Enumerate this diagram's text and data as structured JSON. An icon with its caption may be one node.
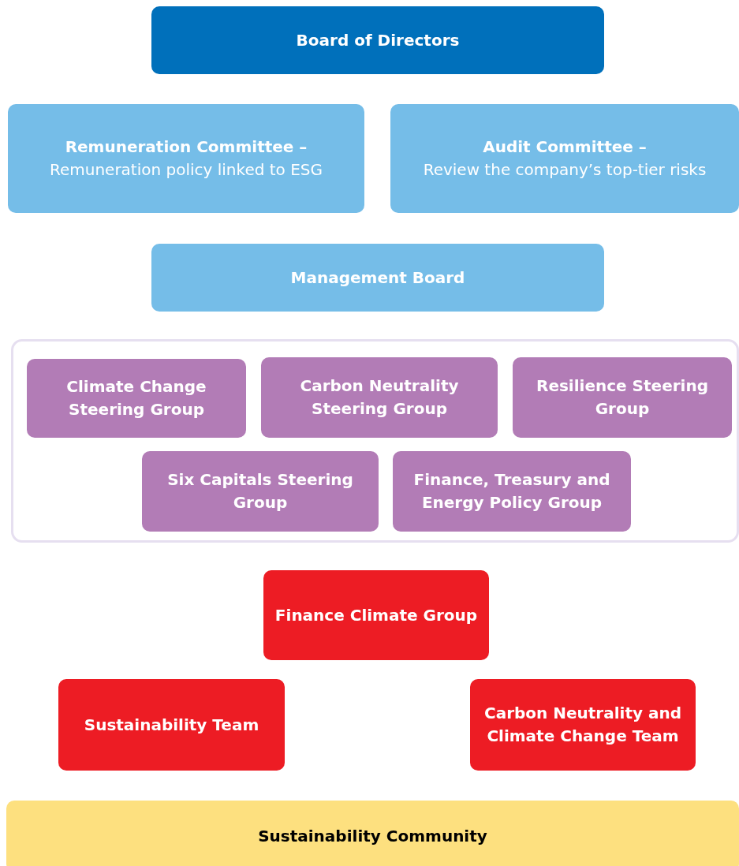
{
  "diagram": {
    "nodes": [
      {
        "text": [
          "Board of Directors"
        ]
      },
      {
        "text": [
          "Remuneration Committee –",
          "Remuneration policy linked to ESG"
        ]
      },
      {
        "text": [
          "Audit Committee –",
          "Review the company’s top-tier risks"
        ]
      },
      {
        "text": [
          "Management Board"
        ]
      },
      {
        "text": [],
        "shape": "box"
      },
      {
        "text": [
          "Climate Change Steering Group"
        ],
        "in": 4
      },
      {
        "text": [
          "Carbon Neutrality Steering Group"
        ],
        "in": 4
      },
      {
        "text": [
          "Resilience Steering Group"
        ],
        "in": 4
      },
      {
        "text": [
          "Six Capitals Steering Group"
        ],
        "in": 4
      },
      {
        "text": [
          "Finance, Treasury and Energy Policy Group"
        ],
        "in": 4
      },
      {
        "text": [
          "Finance Climate Group"
        ]
      },
      {
        "text": [
          "Sustainability Team"
        ]
      },
      {
        "text": [
          "Carbon Neutrality and Climate Change Team"
        ]
      },
      {
        "text": [
          "Sustainability Community"
        ]
      }
    ],
    "edges": []
  }
}
